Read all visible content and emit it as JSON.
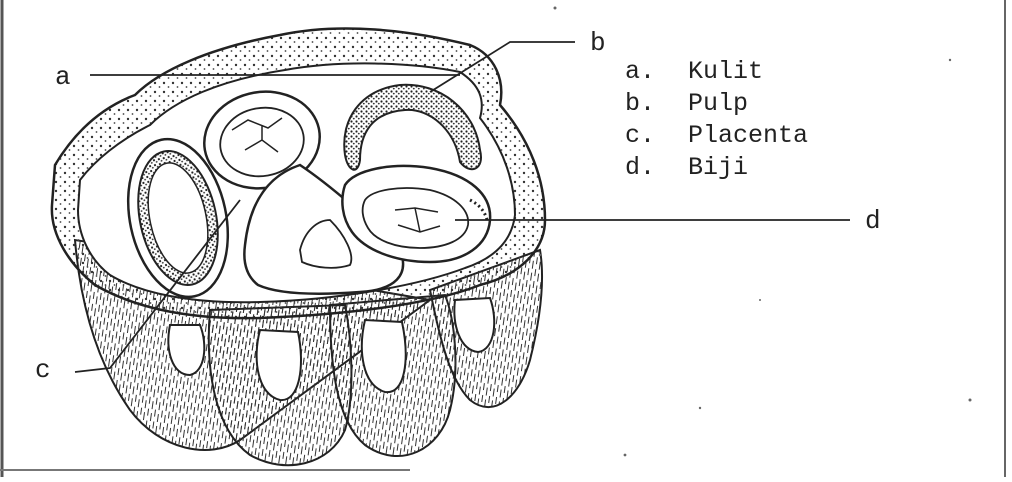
{
  "diagram": {
    "pointer_labels": {
      "a": "a",
      "b": "b",
      "c": "c",
      "d": "d"
    },
    "legend": [
      {
        "key": "a.",
        "text": "Kulit"
      },
      {
        "key": "b.",
        "text": "Pulp"
      },
      {
        "key": "c.",
        "text": "Placenta"
      },
      {
        "key": "d.",
        "text": "Biji"
      }
    ],
    "colors": {
      "ink": "#222222",
      "paper": "#ffffff",
      "frame": "#555555"
    }
  }
}
